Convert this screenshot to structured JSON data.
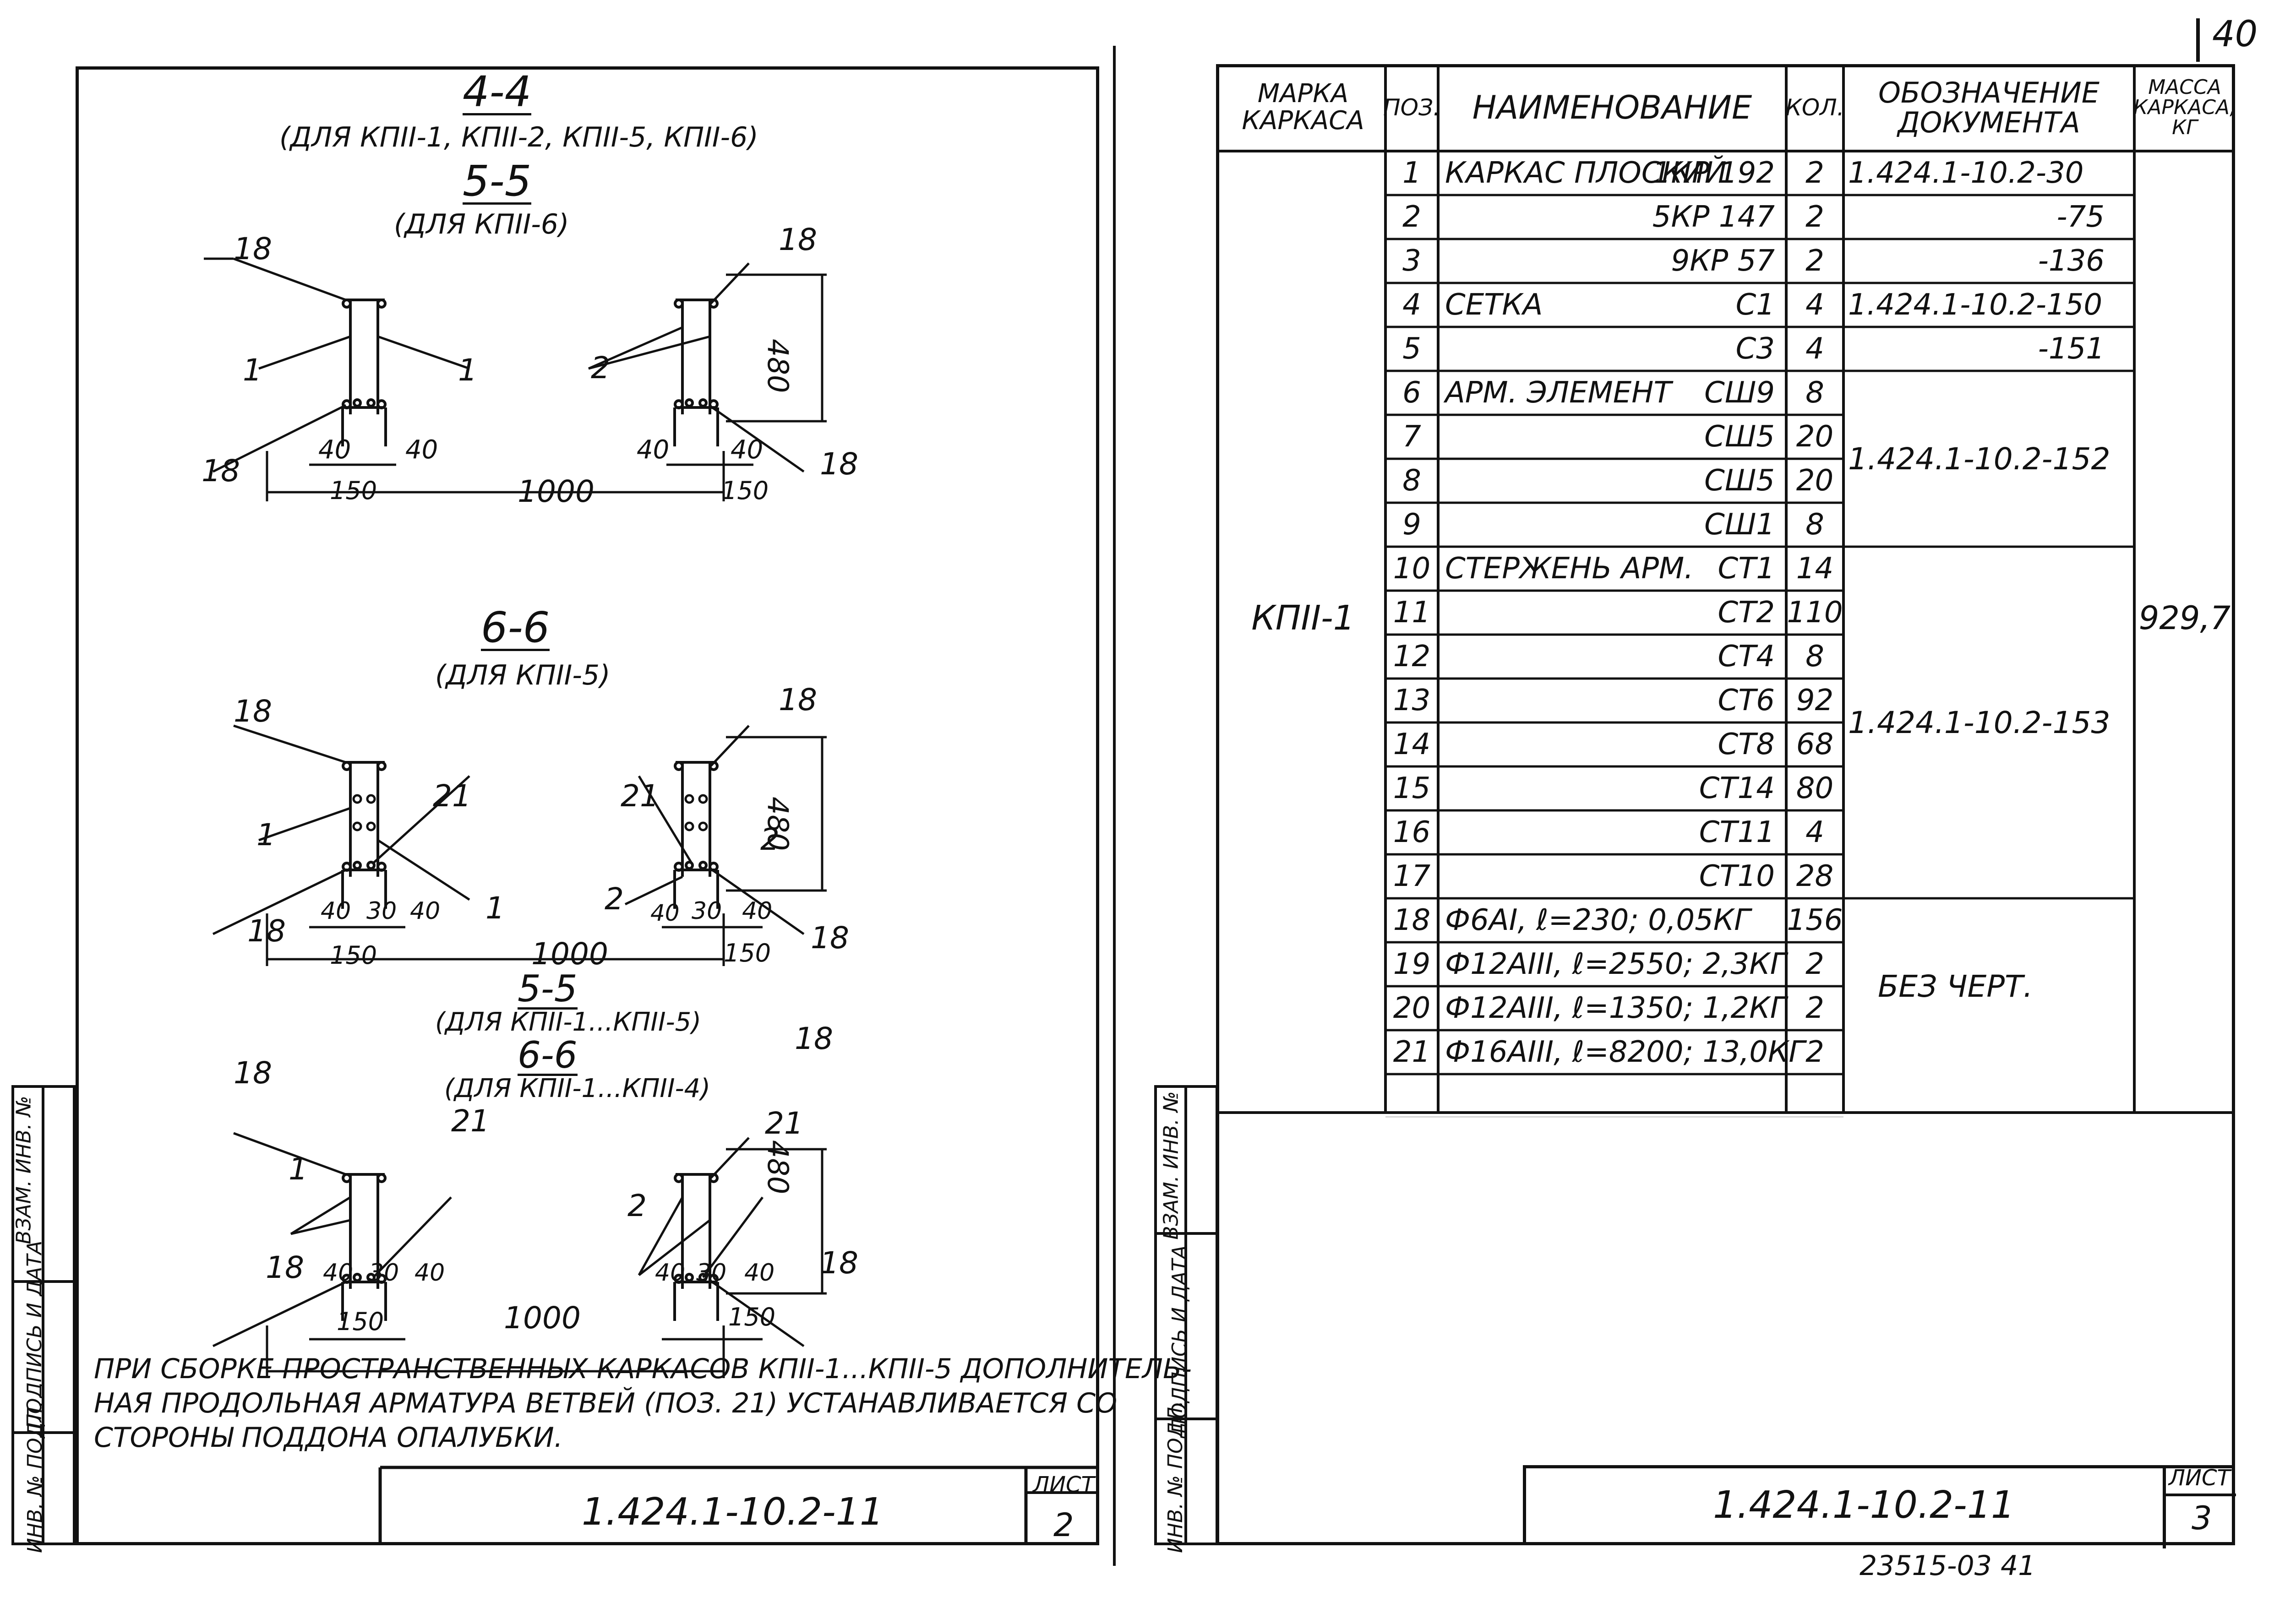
{
  "page_number_top": "40",
  "left_sheet": {
    "section_44": {
      "label": "4-4",
      "note": "(ДЛЯ КПII-1, КПII-2, КПII-5, КПII-6)"
    },
    "section_55a": {
      "label": "5-5",
      "note": "(ДЛЯ КПII-6)"
    },
    "section_66a": {
      "label": "6-6",
      "note": "(ДЛЯ КПII-5)"
    },
    "section_55b": {
      "label": "5-5",
      "note": "(ДЛЯ КПII-1...КПII-5)"
    },
    "section_66b": {
      "label": "6-6",
      "note": "(ДЛЯ КПII-1...КПII-4)"
    },
    "dims": {
      "d18": "18",
      "d1": "1",
      "d2": "2",
      "d21": "21",
      "d40": "40",
      "d30": "30",
      "d150": "150",
      "d1000": "1000",
      "d480": "480"
    },
    "note_lines": [
      "ПРИ СБОРКЕ ПРОСТРАНСТВЕННЫХ КАРКАСОВ КПII-1...КПII-5 ДОПОЛНИТЕЛЬ-",
      "НАЯ ПРОДОЛЬНАЯ АРМАТУРА ВЕТВЕЙ (ПОЗ. 21) УСТАНАВЛИВАЕТСЯ СО",
      "СТОРОНЫ ПОДДОНА ОПАЛУБКИ."
    ],
    "title_block": {
      "code": "1.424.1-10.2-11",
      "sheet_label": "ЛИСТ",
      "sheet_number": "2"
    },
    "side_stamp": [
      "ИНВ. № ПОДЛ.",
      "ПОДПИСЬ И ДАТА",
      "ВЗАМ. ИНВ. №"
    ]
  },
  "right_sheet": {
    "table": {
      "headers": {
        "mark": "МАРКА КАРКАСА",
        "pos": "ПОЗ.",
        "name": "НАИМЕНОВАНИЕ",
        "qty": "КОЛ.",
        "doc": "ОБОЗНАЧЕНИЕ ДОКУМЕНТА",
        "mass": "МАССА КАРКАСА, КГ"
      },
      "mark_value": "КПII-1",
      "mass_value": "929,7",
      "rows": [
        {
          "pos": "1",
          "name_prefix": "КАРКАС ПЛОСКИЙ",
          "name_code": "1КР 192",
          "qty": "2"
        },
        {
          "pos": "2",
          "name_prefix": "",
          "name_code": "5КР 147",
          "qty": "2"
        },
        {
          "pos": "3",
          "name_prefix": "",
          "name_code": "9КР 57",
          "qty": "2"
        },
        {
          "pos": "4",
          "name_prefix": "СЕТКА",
          "name_code": "С1",
          "qty": "4"
        },
        {
          "pos": "5",
          "name_prefix": "",
          "name_code": "С3",
          "qty": "4"
        },
        {
          "pos": "6",
          "name_prefix": "АРМ. ЭЛЕМЕНТ",
          "name_code": "СШ9",
          "qty": "8"
        },
        {
          "pos": "7",
          "name_prefix": "",
          "name_code": "СШ5",
          "qty": "20"
        },
        {
          "pos": "8",
          "name_prefix": "",
          "name_code": "СШ5",
          "qty": "20"
        },
        {
          "pos": "9",
          "name_prefix": "",
          "name_code": "СШ1",
          "qty": "8"
        },
        {
          "pos": "10",
          "name_prefix": "СТЕРЖЕНЬ АРМ.",
          "name_code": "СТ1",
          "qty": "14"
        },
        {
          "pos": "11",
          "name_prefix": "",
          "name_code": "СТ2",
          "qty": "110"
        },
        {
          "pos": "12",
          "name_prefix": "",
          "name_code": "СТ4",
          "qty": "8"
        },
        {
          "pos": "13",
          "name_prefix": "",
          "name_code": "СТ6",
          "qty": "92"
        },
        {
          "pos": "14",
          "name_prefix": "",
          "name_code": "СТ8",
          "qty": "68"
        },
        {
          "pos": "15",
          "name_prefix": "",
          "name_code": "СТ14",
          "qty": "80"
        },
        {
          "pos": "16",
          "name_prefix": "",
          "name_code": "СТ11",
          "qty": "4"
        },
        {
          "pos": "17",
          "name_prefix": "",
          "name_code": "СТ10",
          "qty": "28"
        },
        {
          "pos": "18",
          "name_prefix": "Ф6АI, ℓ=230; 0,05КГ",
          "name_code": "",
          "qty": "156"
        },
        {
          "pos": "19",
          "name_prefix": "Ф12АIII, ℓ=2550; 2,3КГ",
          "name_code": "",
          "qty": "2"
        },
        {
          "pos": "20",
          "name_prefix": "Ф12АIII, ℓ=1350; 1,2КГ",
          "name_code": "",
          "qty": "2"
        },
        {
          "pos": "21",
          "name_prefix": "Ф16АIII, ℓ=8200; 13,0КГ",
          "name_code": "",
          "qty": "2"
        },
        {
          "pos": "",
          "name_prefix": "",
          "name_code": "",
          "qty": ""
        }
      ],
      "doc_groups": [
        {
          "lines": [
            "1.424.1-10.2-30",
            "-75",
            "-136"
          ]
        },
        {
          "lines": [
            "1.424.1-10.2-150",
            "-151"
          ]
        },
        {
          "text": "1.424.1-10.2-152"
        },
        {
          "text": "1.424.1-10.2-153"
        },
        {
          "text": "БЕЗ ЧЕРТ."
        }
      ]
    },
    "title_block": {
      "code": "1.424.1-10.2-11",
      "sheet_label": "ЛИСТ",
      "sheet_number": "3"
    },
    "side_stamp": [
      "ИНВ. № ПОДЛ.",
      "ПОДПИСЬ И ДАТА",
      "ВЗАМ. ИНВ. №"
    ],
    "bottom_stamp": "23515-03 41"
  }
}
